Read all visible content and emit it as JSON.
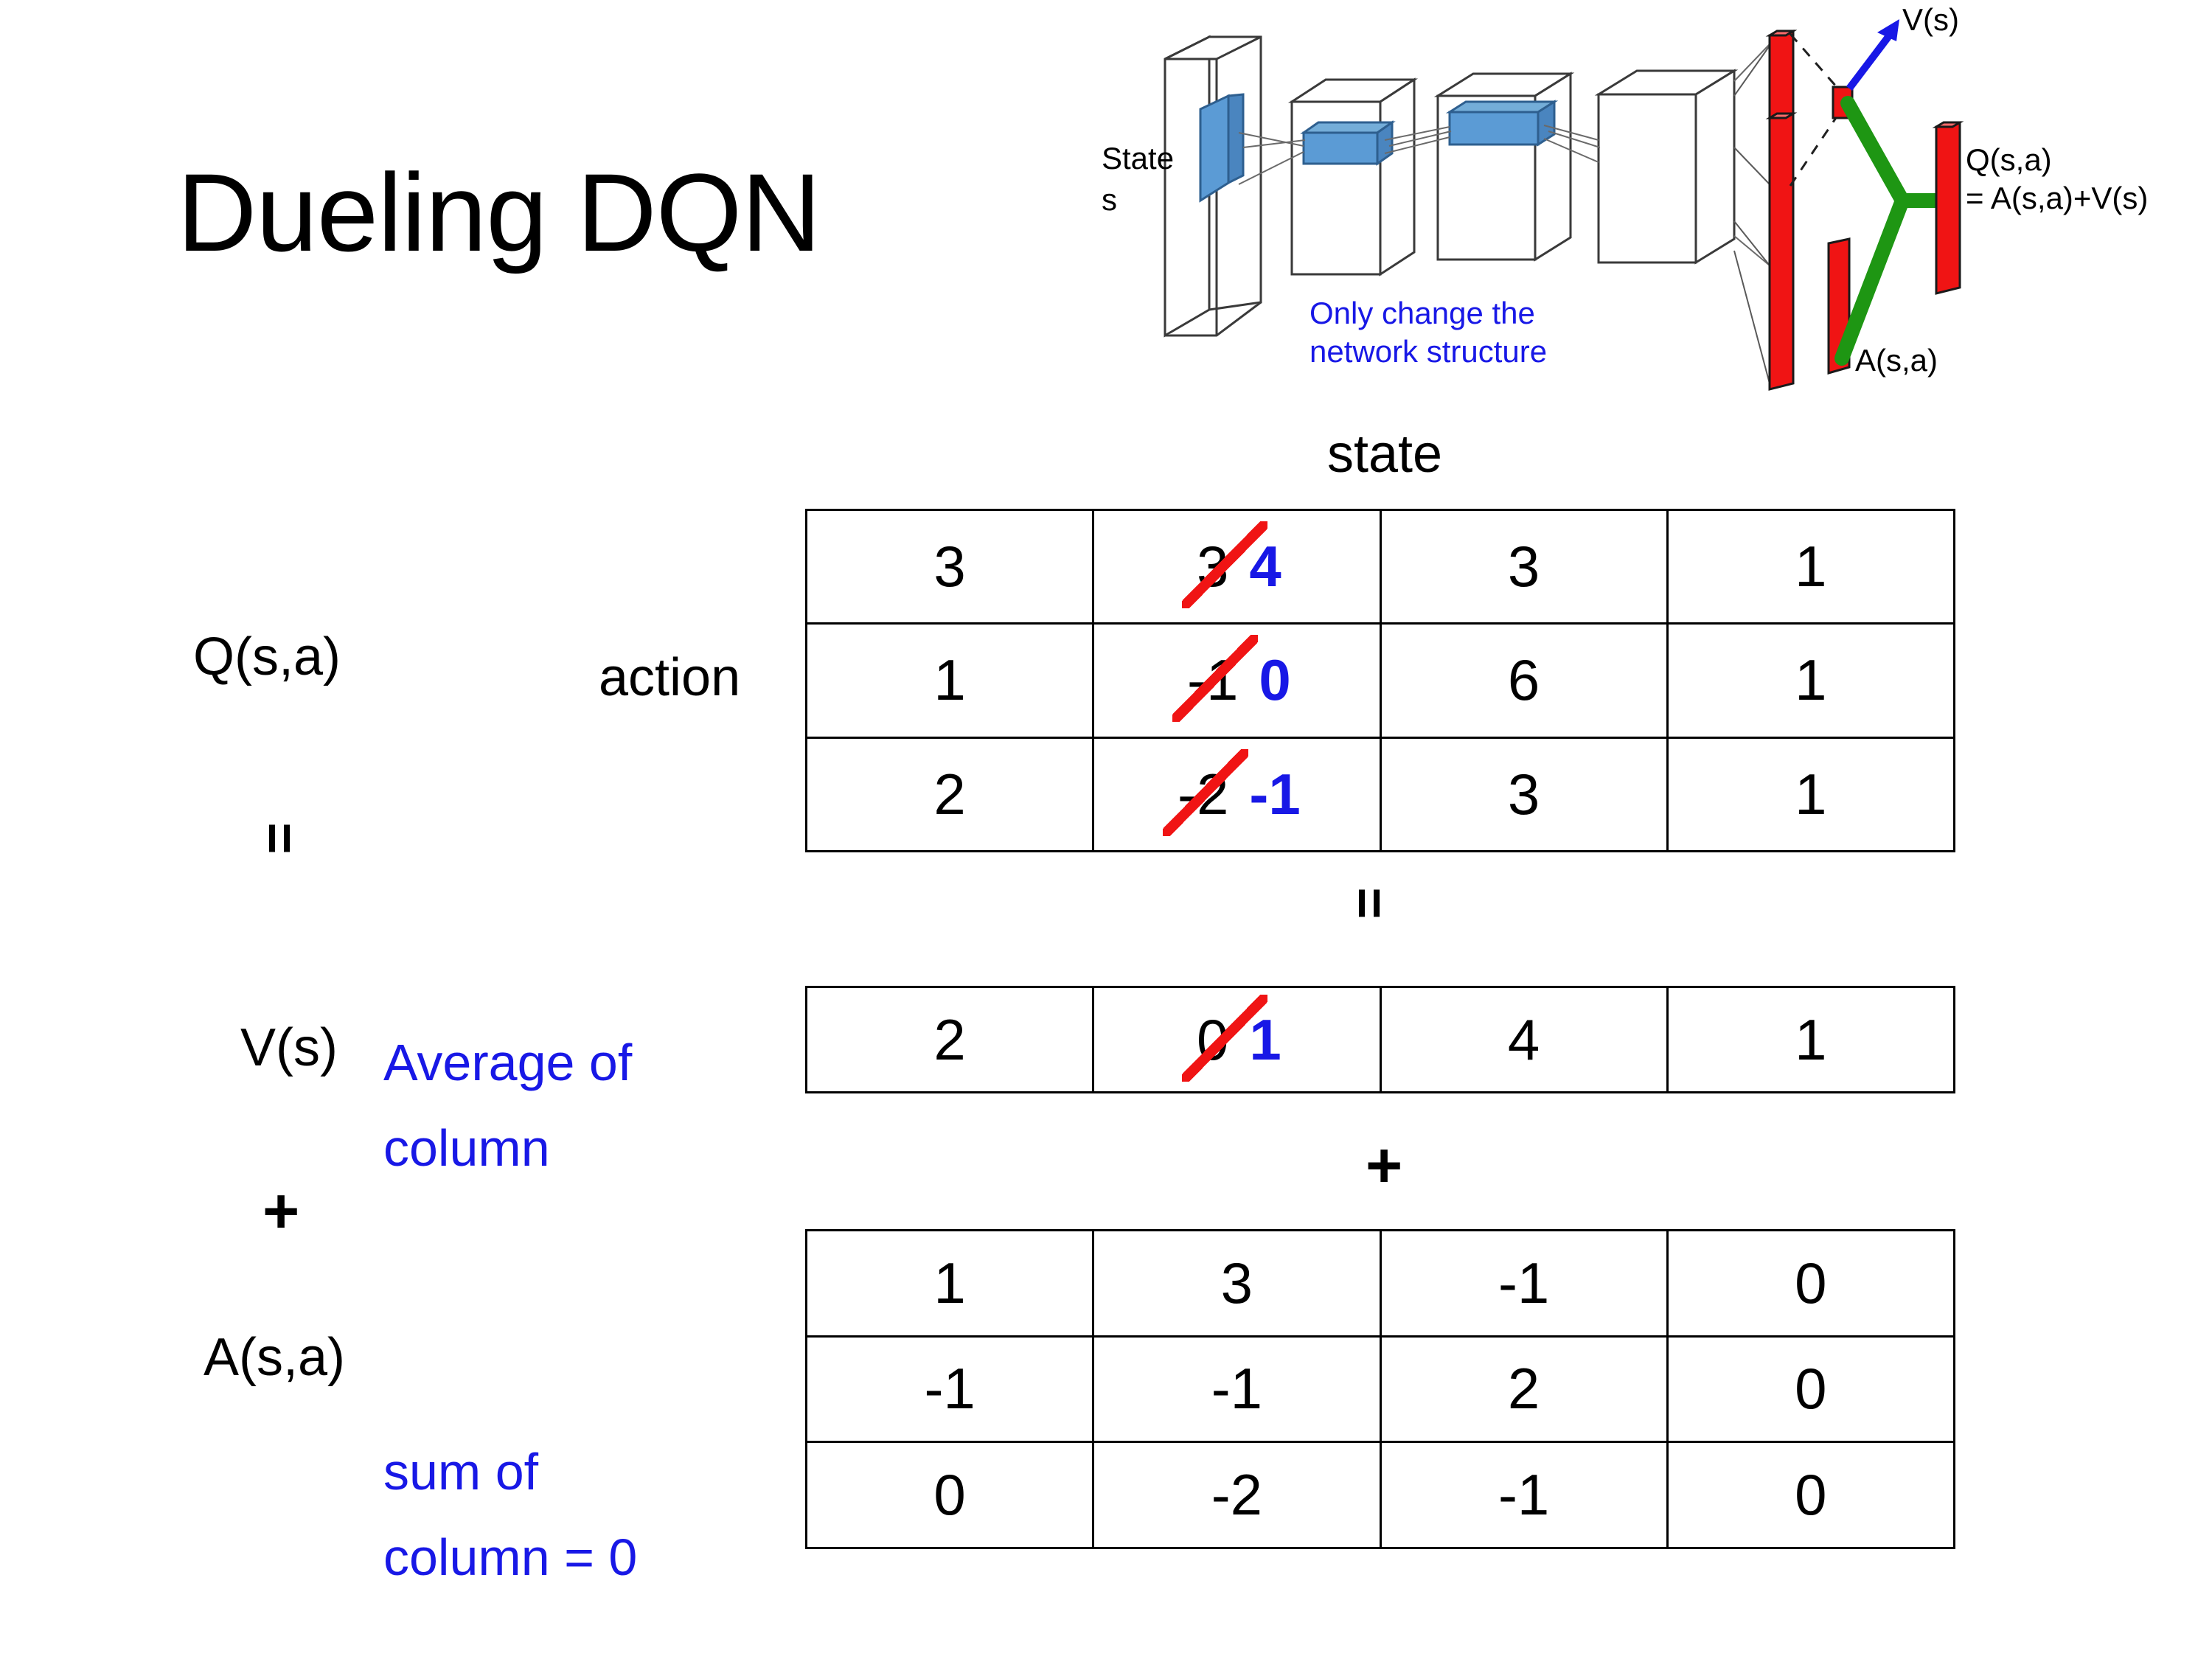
{
  "title": "Dueling DQN",
  "diagram": {
    "input_label_line1": "State",
    "input_label_line2": "s",
    "note_line1": "Only change the",
    "note_line2": "network structure",
    "value_label": "V(s)",
    "advantage_label": "A(s,a)",
    "output_label_line1": "Q(s,a)",
    "output_label_line2": "= A(s,a)+V(s)",
    "colors": {
      "note": "#1818e6",
      "value_arrow": "#1818e6",
      "combine": "#1e9613",
      "output_bar": "#f01414",
      "feature_slab": "#5b9bd5"
    }
  },
  "labels": {
    "state_axis": "state",
    "action_axis": "action",
    "q_label": "Q(s,a)",
    "v_label": "V(s)",
    "a_label": "A(s,a)",
    "equals_left": "=",
    "plus_left": "+",
    "equals_mid": "=",
    "plus_mid": "+",
    "note_v_line1": "Average of",
    "note_v_line2": "column",
    "note_a_line1": "sum of",
    "note_a_line2": "column = 0"
  },
  "chart_data": {
    "type": "table",
    "title": "Dueling DQN  Q(s,a) = V(s) + A(s,a)",
    "xlabel": "state",
    "ylabel": "action",
    "annotations": [
      "Average of column",
      "sum of column = 0",
      "Only change the network structure"
    ],
    "tables": [
      {
        "name": "Q(s,a)",
        "rows": 3,
        "cols": 4,
        "values": [
          [
            "3",
            "3",
            "3",
            "1"
          ],
          [
            "1",
            "-1",
            "6",
            "1"
          ],
          [
            "2",
            "-2",
            "3",
            "1"
          ]
        ],
        "corrections": [
          {
            "row": 0,
            "col": 1,
            "old": "3",
            "new": "4"
          },
          {
            "row": 1,
            "col": 1,
            "old": "-1",
            "new": "0"
          },
          {
            "row": 2,
            "col": 1,
            "old": "-2",
            "new": "-1"
          }
        ]
      },
      {
        "name": "V(s)",
        "rows": 1,
        "cols": 4,
        "values": [
          [
            "2",
            "0",
            "4",
            "1"
          ]
        ],
        "corrections": [
          {
            "row": 0,
            "col": 1,
            "old": "0",
            "new": "1"
          }
        ]
      },
      {
        "name": "A(s,a)",
        "rows": 3,
        "cols": 4,
        "values": [
          [
            "1",
            "3",
            "-1",
            "0"
          ],
          [
            "-1",
            "-1",
            "2",
            "0"
          ],
          [
            "0",
            "-2",
            "-1",
            "0"
          ]
        ],
        "corrections": []
      }
    ]
  }
}
